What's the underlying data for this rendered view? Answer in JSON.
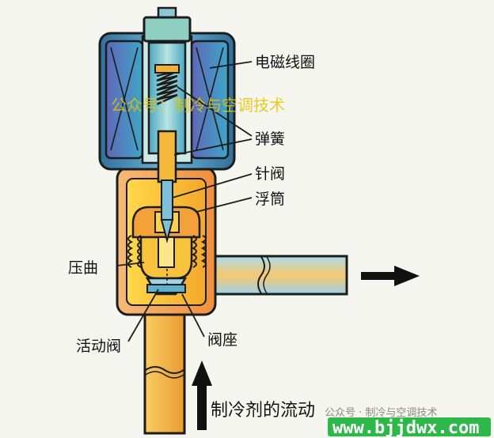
{
  "labels": {
    "coil": "电磁线圈",
    "spring": "弹簧",
    "needle_valve": "针阀",
    "float_tube": "浮筒",
    "bellows": "压曲",
    "active_valve": "活动阀",
    "valve_seat": "阀座",
    "flow": "制冷剂的流动"
  },
  "watermarks": {
    "center": "公众号：制冷与空调技术",
    "corner": "公众号 · 制冷与空调技术",
    "site": "www.bjjdwx.com"
  },
  "colors": {
    "outline": "#1c1c1c",
    "coil": "#3f8fb8",
    "body": "#f2a35a",
    "inner": "#f6cf2e",
    "pipe": "#f3b24e",
    "outlet": "#8fcbe6",
    "watermark": "#e8c400",
    "site_banner": "#2fb84a"
  }
}
